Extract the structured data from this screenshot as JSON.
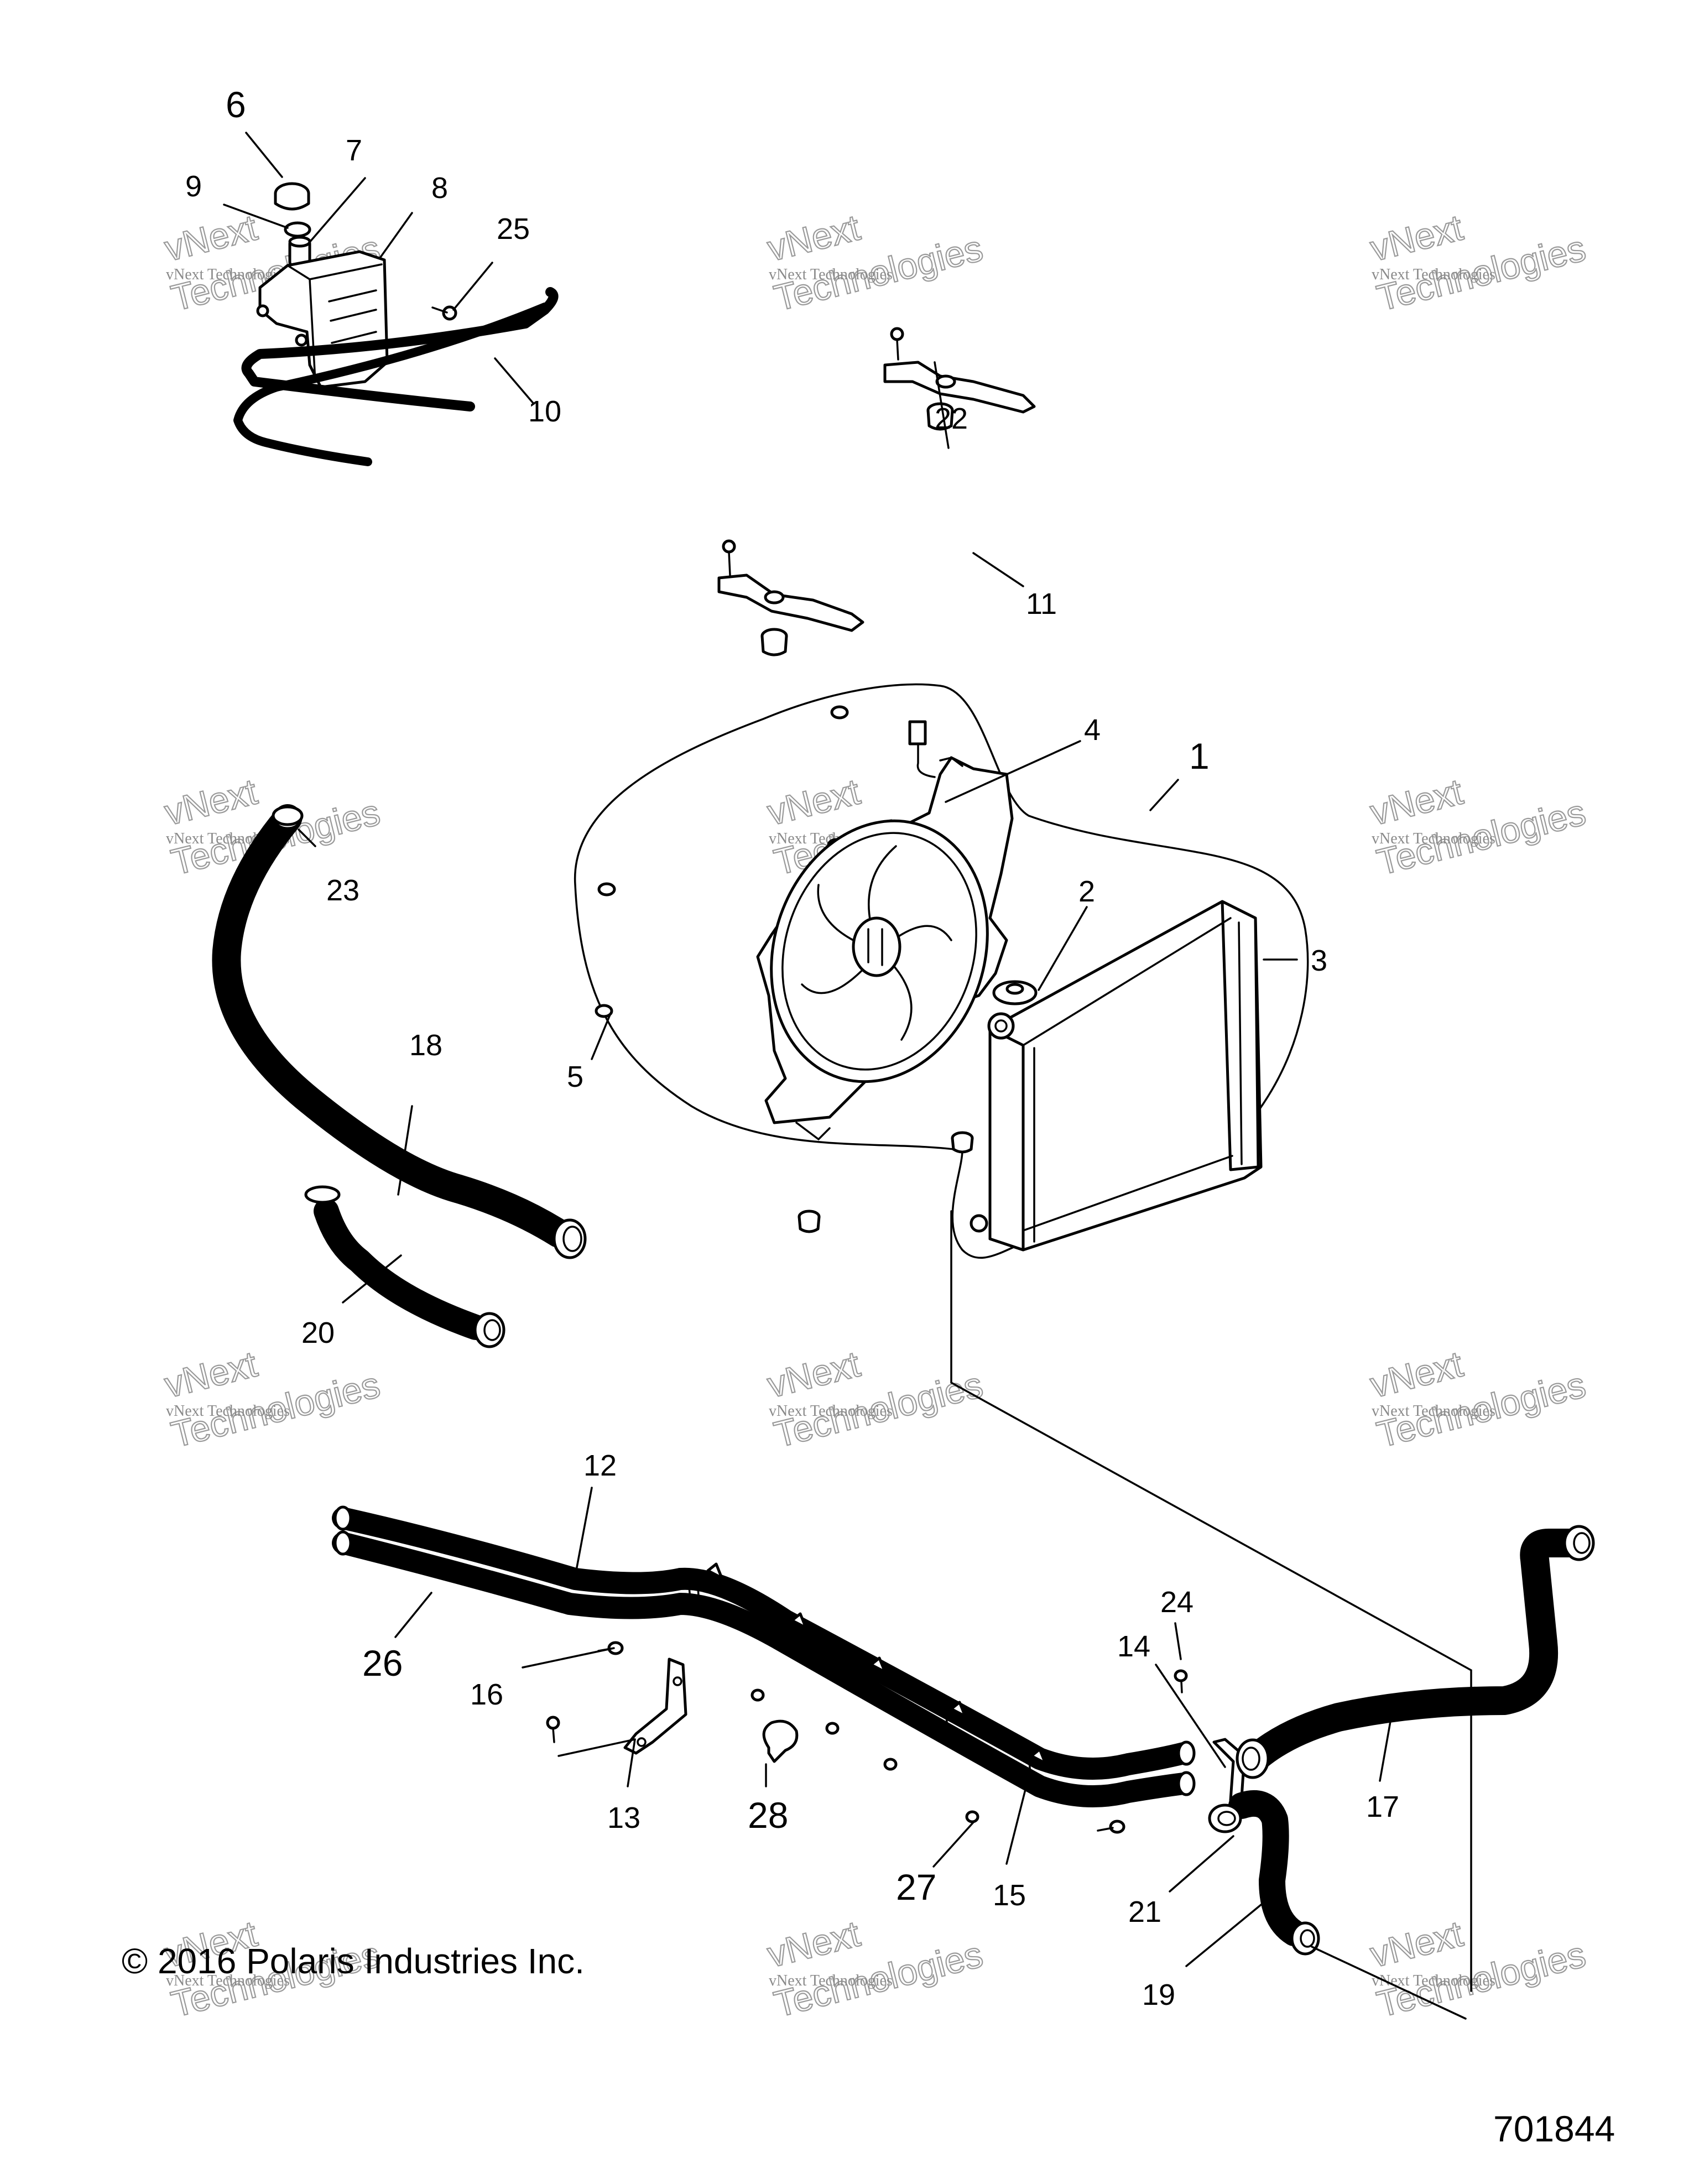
{
  "diagram": {
    "callouts": [
      "1",
      "2",
      "3",
      "4",
      "5",
      "6",
      "7",
      "8",
      "9",
      "10",
      "11",
      "12",
      "13",
      "14",
      "15",
      "16",
      "17",
      "18",
      "19",
      "20",
      "21",
      "22",
      "23",
      "24",
      "25",
      "26",
      "27",
      "28"
    ],
    "watermark": {
      "line1": "vNext Technologies",
      "line2": "vNext",
      "line3": "Technologies"
    },
    "copyright": "© 2016 Polaris Industries Inc.",
    "document_number": "701844"
  }
}
